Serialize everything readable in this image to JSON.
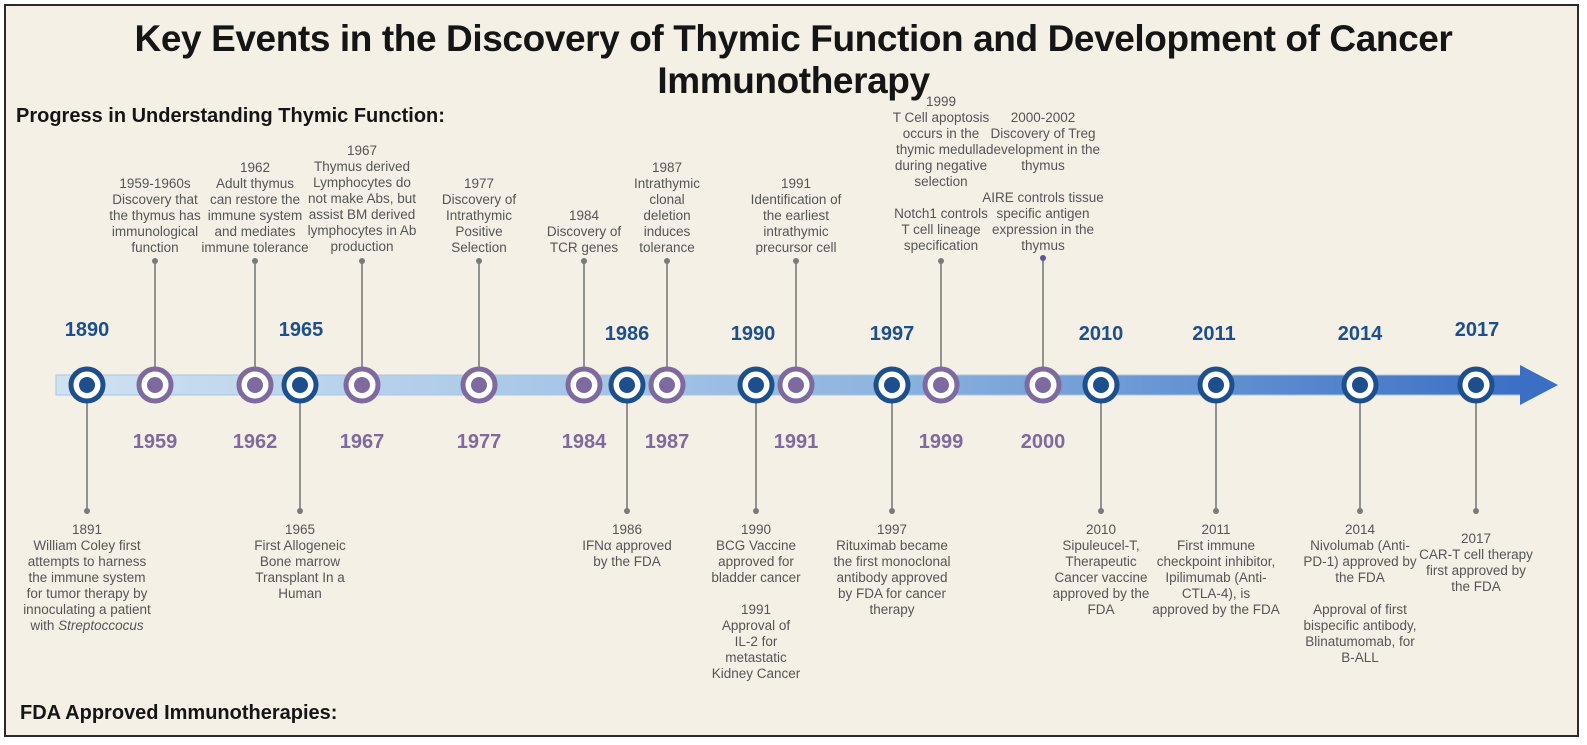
{
  "title": "Key Events in the Discovery of Thymic Function and Development of Cancer Immunotherapy",
  "sections": {
    "thymic": "Progress in Understanding Thymic Function:",
    "fda": "FDA Approved Immunotherapies:"
  },
  "colors": {
    "thymic_marker": "#7e6a9e",
    "fda_marker": "#1d4f8c",
    "arrow_light": "#cfe2f2",
    "arrow_dark": "#3a6fc4",
    "connector": "#7a7a7a"
  },
  "thymic_events": [
    {
      "year": "1959",
      "text": "1959-1960s\nDiscovery that\nthe thymus has\nimmunological\nfunction"
    },
    {
      "year": "1962",
      "text": "1962\nAdult thymus\ncan restore the\nimmune system\nand mediates\nimmune tolerance"
    },
    {
      "year": "1967",
      "text": "1967\nThymus derived\nLymphocytes do\nnot make Abs, but\nassist BM derived\nlymphocytes in Ab\nproduction"
    },
    {
      "year": "1977",
      "text": "1977\nDiscovery of\nIntrathymic\nPositive\nSelection"
    },
    {
      "year": "1984",
      "text": "1984\nDiscovery of\nTCR genes"
    },
    {
      "year": "1987",
      "text": "1987\nIntrathymic\nclonal\ndeletion\ninduces\ntolerance"
    },
    {
      "year": "1991",
      "text": "1991\nIdentification of\nthe earliest\nintrathymic\nprecursor cell"
    },
    {
      "year": "1999",
      "text": "1999\nT Cell apoptosis\noccurs in the\nthymic medulla\nduring negative\nselection\n\nNotch1 controls\nT cell lineage\nspecification"
    },
    {
      "year": "2000",
      "text": "2000-2002\nDiscovery of Treg\ndevelopment in the\nthymus\n\nAIRE controls  tissue\nspecific antigen\nexpression in the\nthymus"
    }
  ],
  "fda_events": [
    {
      "year": "1890",
      "text": "1891\nWilliam Coley first\nattempts to harness\nthe immune system\nfor tumor therapy by\ninnoculating a patient\nwith",
      "italic": "Streptoccocus"
    },
    {
      "year": "1965",
      "text": "1965\nFirst Allogeneic\nBone marrow\nTransplant In a\nHuman"
    },
    {
      "year": "1986",
      "text": "1986\nIFNα approved\nby the FDA"
    },
    {
      "year": "1990",
      "text": "1990\nBCG Vaccine\napproved for\nbladder cancer\n\n1991\nApproval of\nIL-2 for\nmetastatic\nKidney Cancer"
    },
    {
      "year": "1997",
      "text": "1997\nRituximab became\nthe first monoclonal\nantibody approved\nby FDA for cancer\ntherapy"
    },
    {
      "year": "2010",
      "text": "2010\nSipuleucel-T,\nTherapeutic\nCancer vaccine\napproved by the\nFDA"
    },
    {
      "year": "2011",
      "text": "2011\nFirst immune\ncheckpoint inhibitor,\nIpilimumab (Anti-\nCTLA-4), is\napproved by the FDA"
    },
    {
      "year": "2014",
      "text": "2014\nNivolumab (Anti-\nPD-1) approved by\nthe FDA\n\nApproval of first\nbispecific antibody,\nBlinatumomab, for\nB-ALL"
    },
    {
      "year": "2017",
      "text": "2017\nCAR-T cell therapy\nfirst approved by\nthe FDA"
    }
  ]
}
